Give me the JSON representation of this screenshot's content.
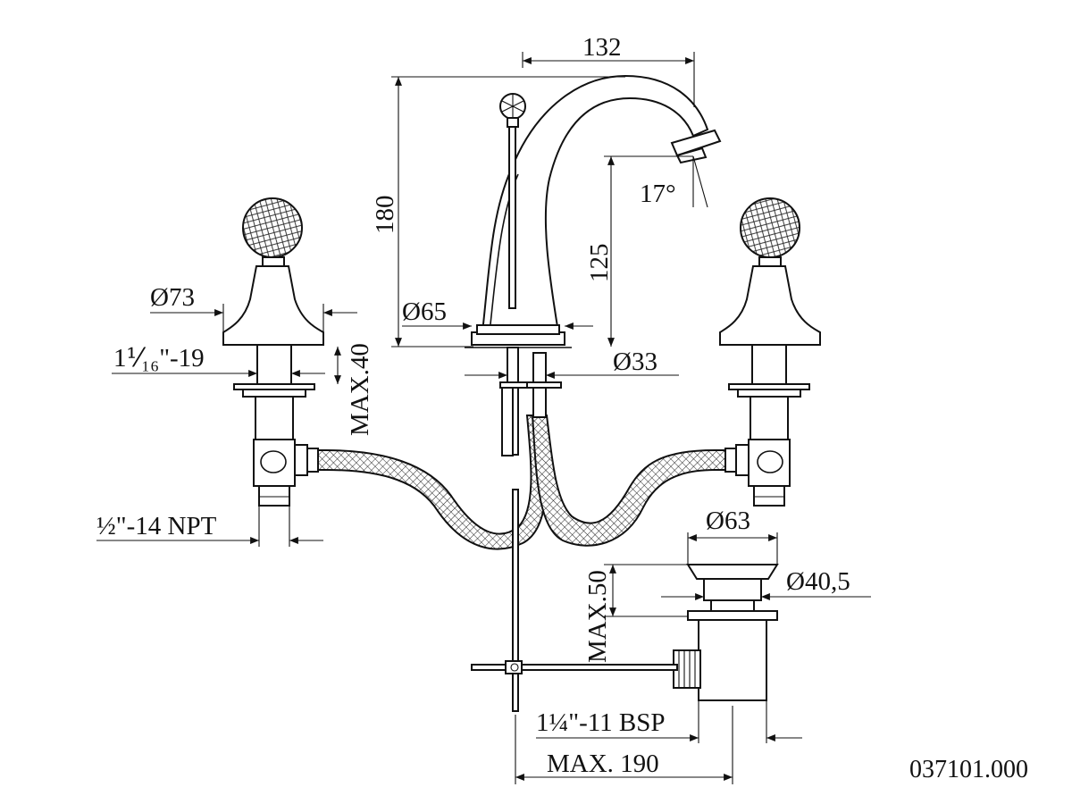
{
  "drawing": {
    "code": "037101.000",
    "colors": {
      "line": "#111111",
      "background": "#ffffff"
    }
  },
  "dimensions": {
    "spout_reach": "132",
    "total_height": "180",
    "spout_angle": "17°",
    "spout_height": "125",
    "handle_diameter": "Ø73",
    "spout_base_diameter": "Ø65",
    "handle_thread": "1⅟₁₆\"-19",
    "max_deck": "MAX.40",
    "spout_shank": "Ø33",
    "inlet_thread": "½\"-14 NPT",
    "drain_flange": "Ø63",
    "drain_hole": "Ø40,5",
    "drain_max": "MAX.50",
    "drain_thread": "1¼\"-11 BSP",
    "max_spread": "MAX. 190"
  }
}
